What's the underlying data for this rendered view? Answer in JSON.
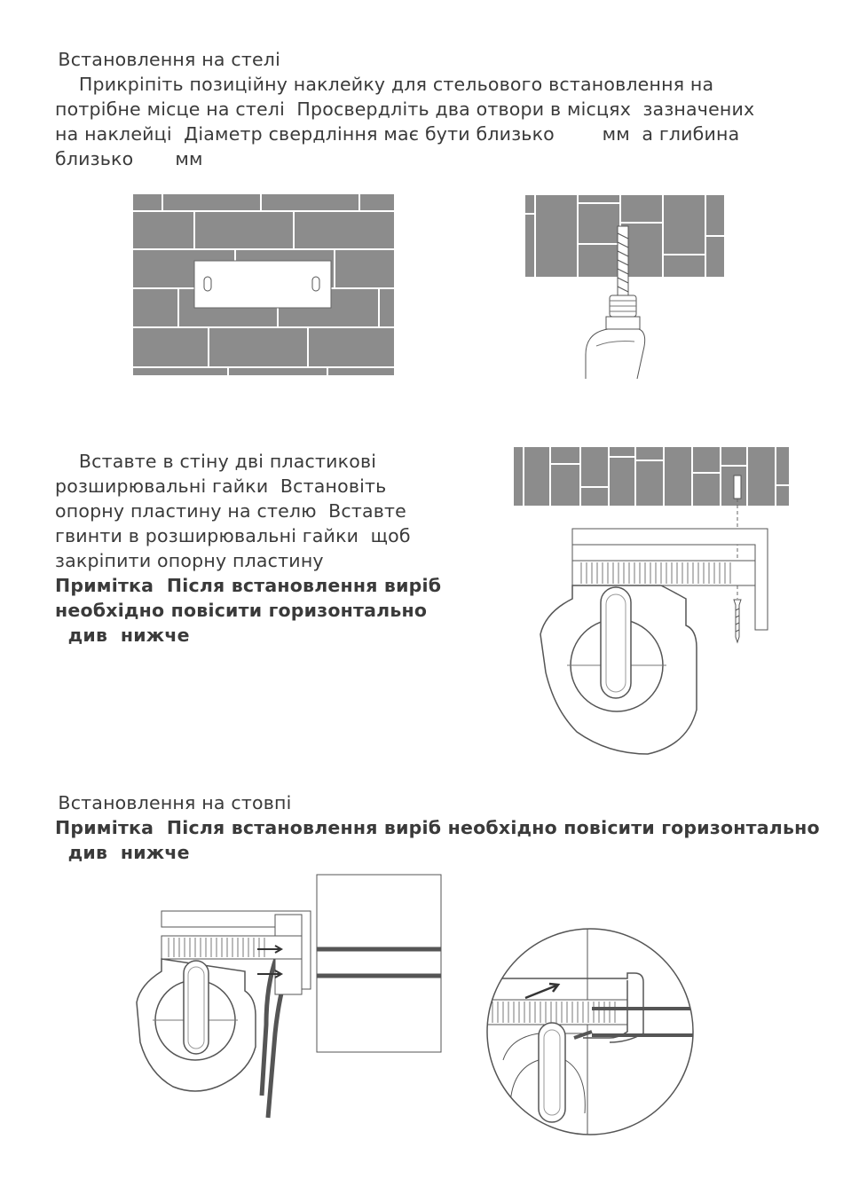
{
  "section1": {
    "heading": "  Встановлення на стелі",
    "lines": [
      "    Прикріпіть позиційну наклейку для стельового встановлення на",
      "потрібне місце на стелі  Просвердліть два отвори в місцях  зазначених",
      "на наклейці  Діаметр свердління має бути близько        мм  а глибина",
      "близько       мм"
    ]
  },
  "section2": {
    "lines": [
      "    Вставте в стіну дві пластикові",
      "розширювальні гайки  Встановіть",
      "опорну пластину на стелю  Вставте",
      "гвинти в розширювальні гайки  щоб",
      "закріпити опорну пластину"
    ],
    "note_lines": [
      "Примітка  Після встановлення виріб",
      "необхідно повісити горизонтально",
      "  див  нижче"
    ]
  },
  "section3": {
    "heading": "  Встановлення на стовпі",
    "note_lines": [
      "Примітка  Після встановлення виріб необхідно повісити горизонтально",
      "  див  нижче"
    ]
  },
  "colors": {
    "brick": "#8c8c8c",
    "text": "#3a3a3a"
  }
}
